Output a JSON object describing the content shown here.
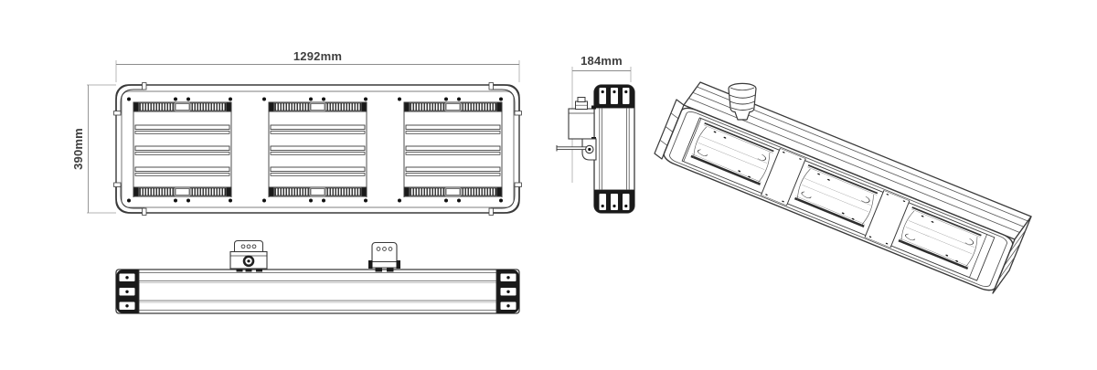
{
  "drawing": {
    "kind": "technical-line-drawing",
    "views": [
      {
        "id": "top-view"
      },
      {
        "id": "side-view"
      },
      {
        "id": "front-view"
      },
      {
        "id": "isometric-view"
      }
    ]
  },
  "dimensions": {
    "width": "1292mm",
    "height": "390mm",
    "depth": "184mm"
  },
  "colors": {
    "line": "#3a3a3a",
    "dark_fill": "#1a1a1a",
    "dimension_line": "#8c8c8c",
    "text": "#3f3f3f",
    "background": "#ffffff"
  }
}
